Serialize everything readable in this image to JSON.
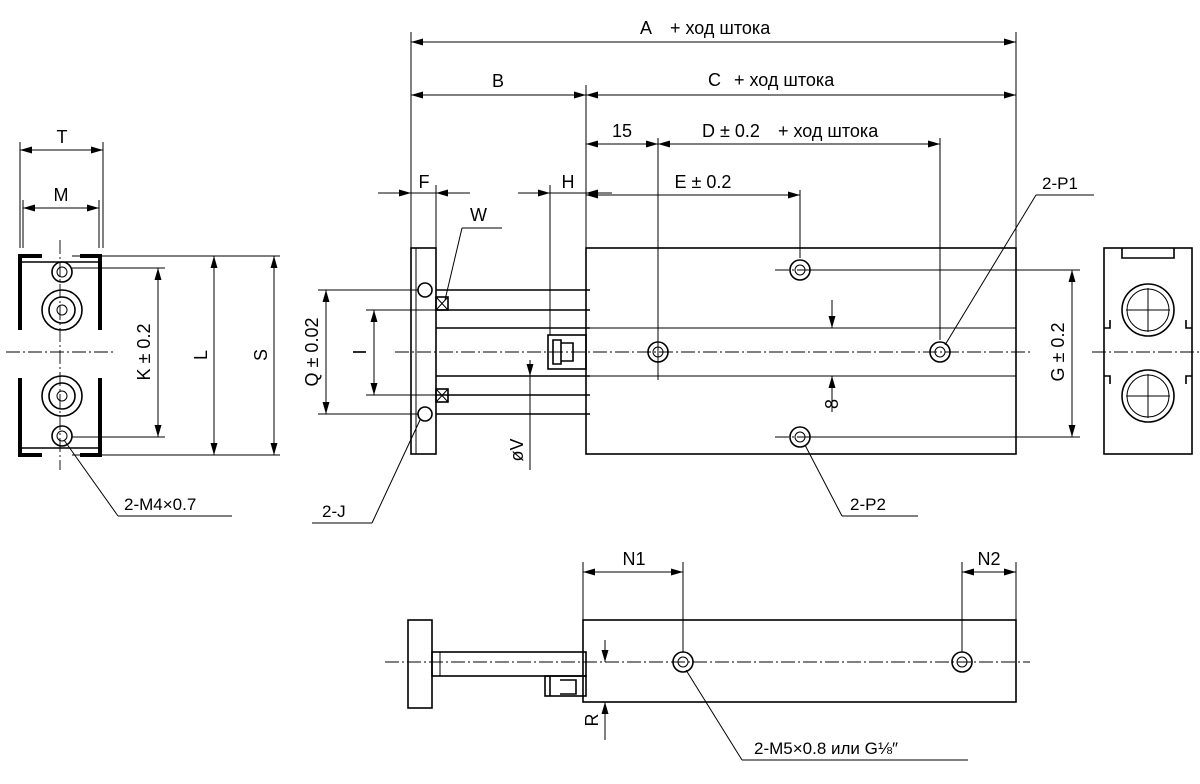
{
  "drawing": {
    "dims": {
      "A": "A",
      "stroke_suffix": "+ ход штока",
      "B": "B",
      "C": "C",
      "fifteen": "15",
      "D": "D ± 0.2",
      "F": "F",
      "H": "H",
      "E": "E ± 0.2",
      "W": "W",
      "T": "T",
      "M": "M",
      "K": "K ± 0.2",
      "L": "L",
      "S": "S",
      "Q": "Q ± 0.02",
      "I": "I",
      "V": "øV",
      "eight": "8",
      "G": "G ± 0.2",
      "N1": "N1",
      "N2": "N2",
      "R": "R"
    },
    "callouts": {
      "p1": "2-P1",
      "p2": "2-P2",
      "j": "2-J",
      "m4": "2-M4×0.7",
      "m5": "2-M5×0.8  или G⅛″"
    }
  }
}
